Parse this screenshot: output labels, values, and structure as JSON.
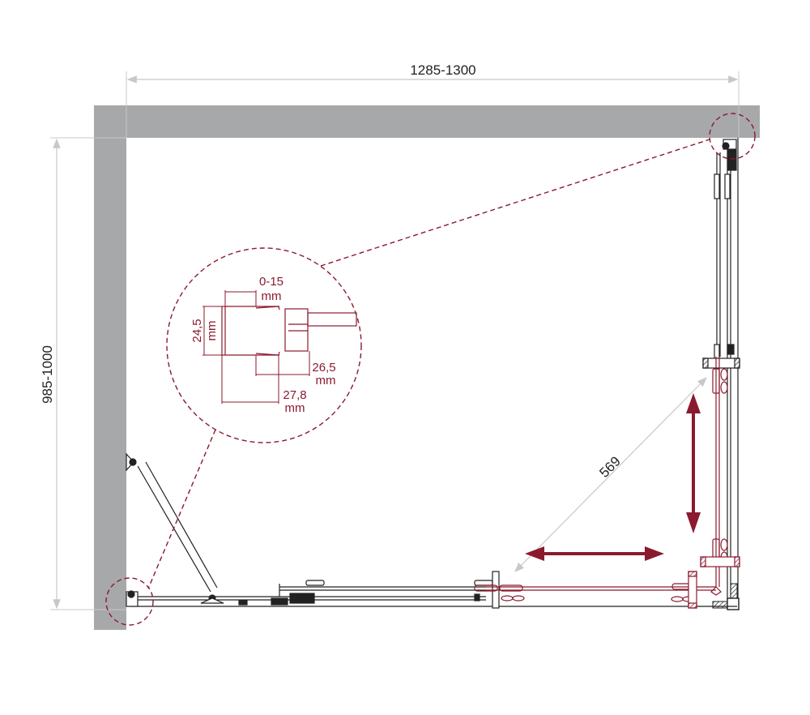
{
  "diagram": {
    "type": "shower enclosure plan view",
    "dimensions": {
      "width_label": "1285-1300",
      "height_label": "985-1000",
      "diagonal_opening_label": "569"
    },
    "detail_callout": {
      "gap_label": "0-15",
      "gap_unit": "mm",
      "profile_height_label": "24,5",
      "profile_height_unit": "mm",
      "inner_offset_label": "26,5",
      "inner_offset_unit": "mm",
      "outer_offset_label": "27,8",
      "outer_offset_unit": "mm"
    },
    "colors": {
      "wall": "#a7a8aa",
      "dimension_line": "#c8c8c8",
      "accent": "#8b1a2e",
      "outline": "#222222"
    },
    "arrows": [
      {
        "name": "horizontal-sliding-arrow",
        "direction": "left-right"
      },
      {
        "name": "vertical-sliding-arrow",
        "direction": "up-down"
      }
    ]
  }
}
